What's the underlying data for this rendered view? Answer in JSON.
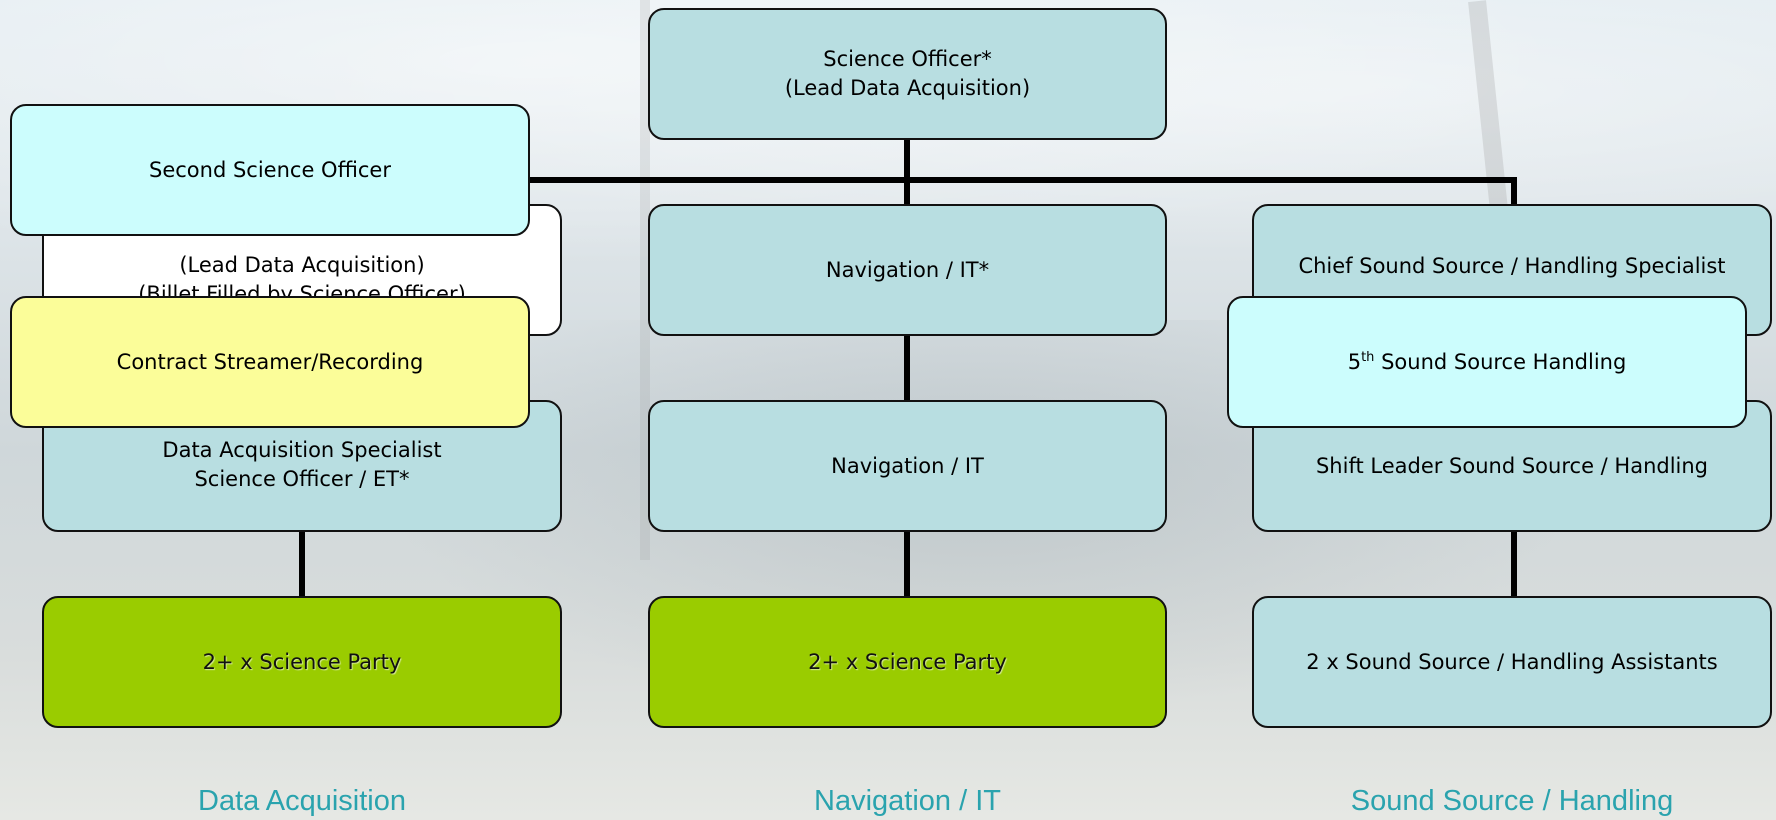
{
  "nodes": {
    "science_officer": {
      "line1": "Science Officer*",
      "line2": "(Lead Data Acquisition)"
    },
    "second_science_officer": {
      "label": "Second Science Officer"
    },
    "lead_data_acq_billet": {
      "line1": "(Lead Data Acquisition)",
      "line2": "(Billet Filled by Science Officer)"
    },
    "contract_streamer": {
      "label": "Contract Streamer/Recording"
    },
    "data_acq_specialist": {
      "line1": "Data Acquisition Specialist",
      "line2": "Science Officer / ET*"
    },
    "science_party_left": {
      "label": "2+ x Science Party"
    },
    "nav_it_star": {
      "label": "Navigation / IT*"
    },
    "nav_it": {
      "label": "Navigation / IT"
    },
    "science_party_mid": {
      "label": "2+ x Science Party"
    },
    "chief_sound_source": {
      "label": "Chief Sound Source / Handling Specialist"
    },
    "fifth_sound_source": {
      "ordinal": "5",
      "ordinal_suffix": "th",
      "label": " Sound Source Handling"
    },
    "shift_leader_sound": {
      "label": "Shift Leader Sound Source / Handling"
    },
    "sound_assistants": {
      "label": "2 x Sound Source / Handling Assistants"
    }
  },
  "column_labels": {
    "left": "Data Acquisition",
    "middle": "Navigation / IT",
    "right": "Sound Source / Handling"
  },
  "colors": {
    "teal": "#b8dee1",
    "cyan": "#ccfdfd",
    "yellow": "#fbfd99",
    "green": "#9acc00",
    "label_text": "#2aa3ae",
    "connector": "#000000"
  }
}
